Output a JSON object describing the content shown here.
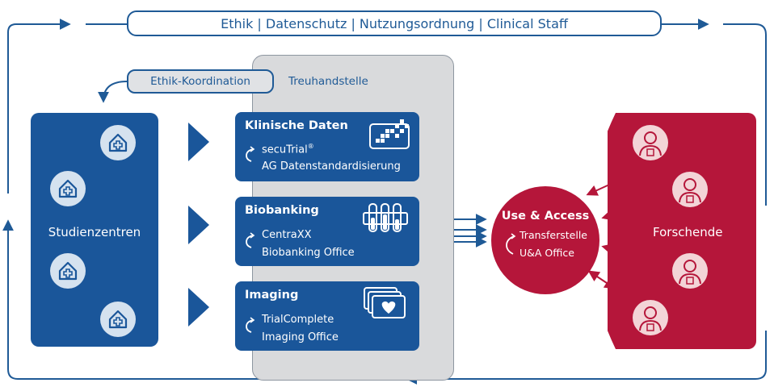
{
  "top_banner": "Ethik | Datenschutz | Nutzungsordnung | Clinical Staff",
  "ethik_koordination": "Ethik-Koordination",
  "treuhandstelle": "Treuhandstelle",
  "studienzentren": "Studienzentren",
  "boxes": [
    {
      "title": "Klinische Daten",
      "line1": "secuTrial",
      "line1_sup": "®",
      "line2": "AG Datenstandardisierung",
      "icon": "data-matrix-icon"
    },
    {
      "title": "Biobanking",
      "line1": "CentraXX",
      "line2": "Biobanking Office",
      "icon": "test-tubes-icon"
    },
    {
      "title": "Imaging",
      "line1": "TrialComplete",
      "line2": "Imaging Office",
      "icon": "image-stack-icon"
    }
  ],
  "use_access": {
    "title": "Use & Access",
    "line1": "Transferstelle",
    "line2": "U&A Office"
  },
  "forschende": "Forschende",
  "colors": {
    "blue": "#1a569a",
    "red": "#b5163a",
    "gray": "#d9dadc",
    "light_blue": "#d5e2ef",
    "light_red": "#f3d4d7"
  }
}
